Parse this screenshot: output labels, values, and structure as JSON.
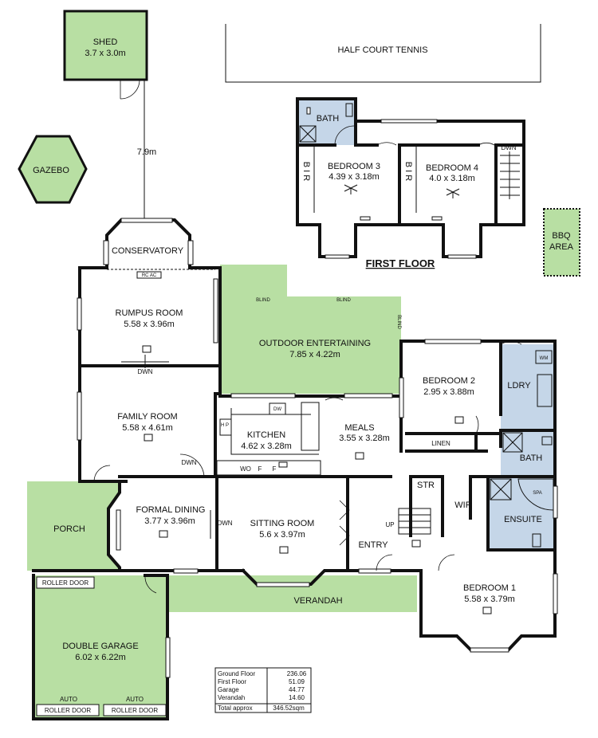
{
  "colors": {
    "outdoor_green": "#b8dfa3",
    "wet_area_blue": "#c5d6e8",
    "wall": "#111111"
  },
  "tennis": {
    "label": "HALF COURT TENNIS"
  },
  "shed": {
    "label": "SHED",
    "dims": "3.7 x 3.0m"
  },
  "distance": {
    "label": "7.9m"
  },
  "gazebo": {
    "label": "GAZEBO"
  },
  "bbq": {
    "line1": "BBQ",
    "line2": "AREA"
  },
  "first_floor": {
    "title": "FIRST FLOOR",
    "bath": "BATH",
    "bedroom3": {
      "label": "BEDROOM 3",
      "dims": "4.39 x 3.18m"
    },
    "bedroom4": {
      "label": "BEDROOM 4",
      "dims": "4.0 x 3.18m"
    },
    "bir": "B I R",
    "dwn": "DWN"
  },
  "ground": {
    "conservatory": "CONSERVATORY",
    "rcac": "RC AC",
    "rumpus": {
      "label": "RUMPUS ROOM",
      "dims": "5.58 x 3.96m"
    },
    "outdoor": {
      "label": "OUTDOOR ENTERTAINING",
      "dims": "7.85 x 4.22m"
    },
    "blind": "BLIND",
    "family": {
      "label": "FAMILY ROOM",
      "dims": "5.58 x 4.61m"
    },
    "kitchen": {
      "label": "KITCHEN",
      "dims": "4.62 x 3.28m"
    },
    "meals": {
      "label": "MEALS",
      "dims": "3.55 x 3.28m"
    },
    "hp": "H P",
    "dw": "DW",
    "wo": "WO",
    "f": "F",
    "bedroom2": {
      "label": "BEDROOM 2",
      "dims": "2.95 x 3.88m"
    },
    "ldry": "LDRY",
    "wm": "WM",
    "linen": "LINEN",
    "bath": "BATH",
    "spa": "SPA",
    "ensuite": "ENSUITE",
    "str": "STR",
    "wir": "WIR",
    "up": "UP",
    "dwn": "DWN",
    "entry": "ENTRY",
    "porch": "PORCH",
    "formal": {
      "label": "FORMAL DINING",
      "dims": "3.77 x 3.96m"
    },
    "sitting": {
      "label": "SITTING ROOM",
      "dims": "5.6 x 3.97m"
    },
    "bedroom1": {
      "label": "BEDROOM 1",
      "dims": "5.58 x 3.79m"
    },
    "verandah": "VERANDAH",
    "garage": {
      "label": "DOUBLE GARAGE",
      "dims": "6.02 x 6.22m"
    },
    "roller_door": "ROLLER DOOR",
    "auto": "AUTO"
  },
  "area_table": {
    "rows": [
      {
        "label": "Ground Floor",
        "value": "236.06"
      },
      {
        "label": "First Floor",
        "value": "51.09"
      },
      {
        "label": "Garage",
        "value": "44.77"
      },
      {
        "label": "Verandah",
        "value": "14.60"
      },
      {
        "label": "Total approx",
        "value": "346.52sqm"
      }
    ]
  }
}
